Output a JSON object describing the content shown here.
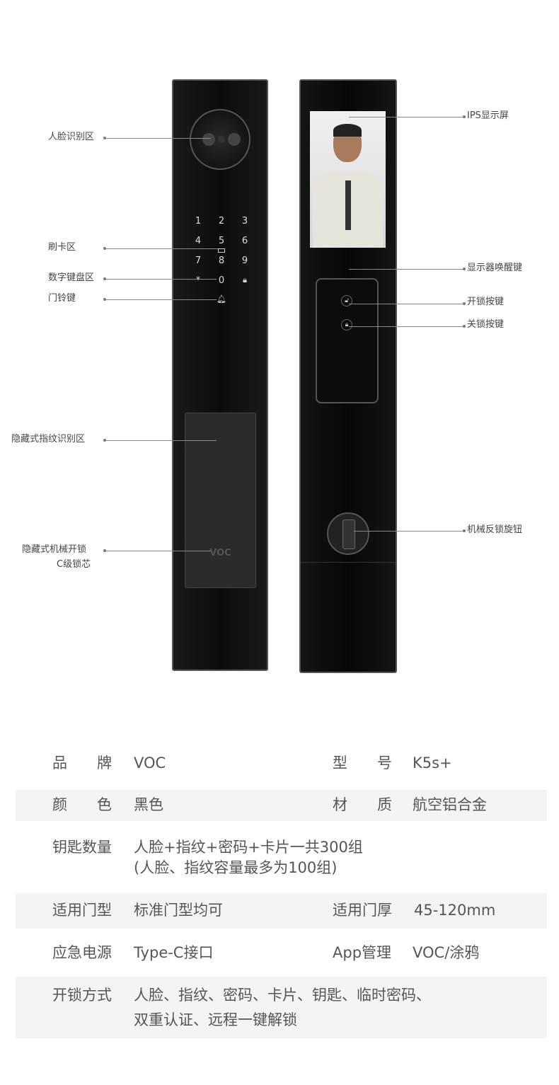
{
  "callouts_left": [
    "人脸识别区",
    "刷卡区",
    "数字键盘区",
    "门铃键",
    "隐藏式指纹识别区",
    "隐藏式机械开锁",
    "C级锁芯"
  ],
  "callouts_right": [
    "IPS显示屏",
    "显示器唤醒键",
    "开锁按键",
    "关锁按键",
    "机械反锁旋钮"
  ],
  "keypad": [
    "1",
    "2",
    "3",
    "4",
    "5",
    "6",
    "7",
    "8",
    "9",
    "*",
    "0"
  ],
  "brand_mark": "VOC",
  "specs": [
    {
      "label": "品　　牌",
      "value": "VOC",
      "label2": "型　　号",
      "value2": "K5s+"
    },
    {
      "label": "颜　　色",
      "value": "黑色",
      "label2": "材　　质",
      "value2": "航空铝合金"
    },
    {
      "label": "钥匙数量",
      "value": "人脸+指纹+密码+卡片一共300组",
      "value_line2": "(人脸、指纹容量最多为100组)"
    },
    {
      "label": "适用门型",
      "value": "标准门型均可",
      "label2": "适用门厚",
      "value2": "45-120mm"
    },
    {
      "label": "应急电源",
      "value": "Type-C接口",
      "label2": "App管理",
      "value2": "VOC/涂鸦"
    },
    {
      "label": "开锁方式",
      "value": "人脸、指纹、密码、卡片、钥匙、临时密码、",
      "value_line2": "双重认证、远程一键解锁"
    }
  ]
}
